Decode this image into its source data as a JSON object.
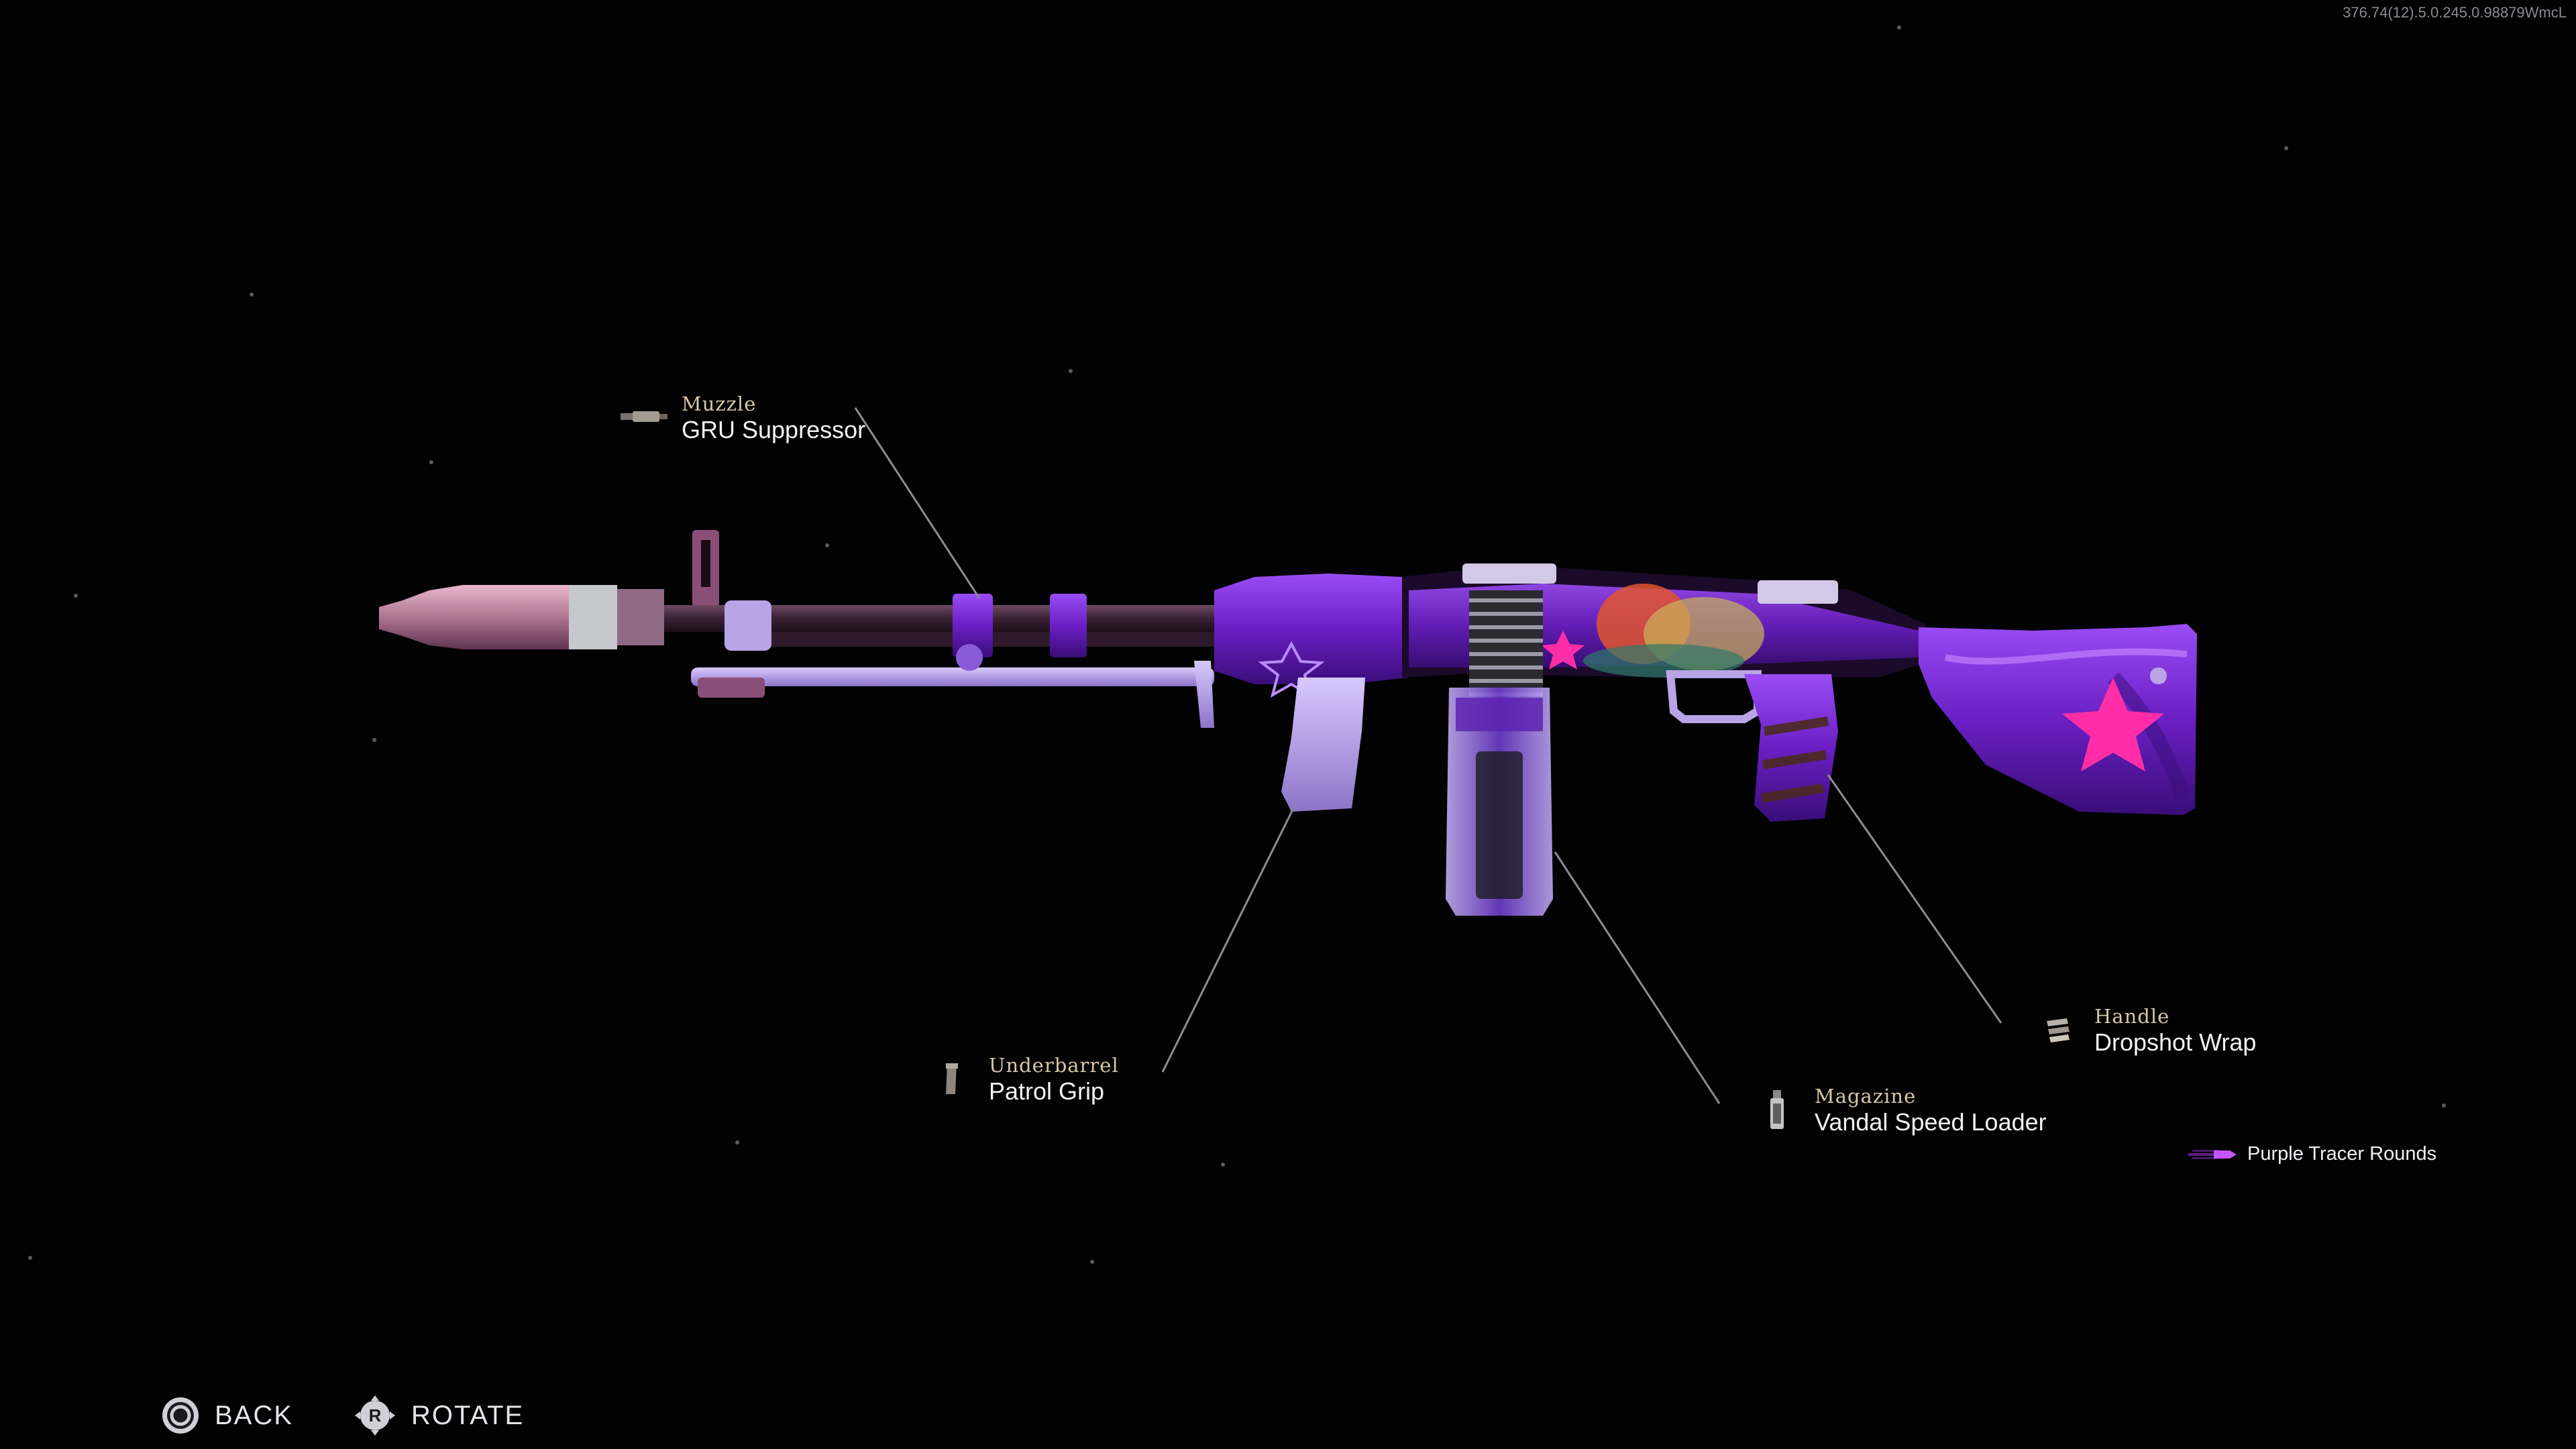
{
  "build_id": "376.74(12).5.0.245.0.98879WmcL",
  "weapon": {
    "accent": "#7b2be0",
    "secondary": "#b58df0",
    "highlight": "#ff2ea8"
  },
  "attachments": [
    {
      "slot": "muzzle",
      "category": "Muzzle",
      "name": "GRU Suppressor",
      "icon": "suppressor-icon"
    },
    {
      "slot": "underbarrel",
      "category": "Underbarrel",
      "name": "Patrol Grip",
      "icon": "grip-icon"
    },
    {
      "slot": "magazine",
      "category": "Magazine",
      "name": "Vandal Speed Loader",
      "icon": "magazine-icon"
    },
    {
      "slot": "handle",
      "category": "Handle",
      "name": "Dropshot Wrap",
      "icon": "wrap-icon"
    }
  ],
  "perk": {
    "label": "Purple Tracer Rounds",
    "icon": "tracer-icon",
    "color": "#b03cff"
  },
  "footer": {
    "back": {
      "label": "BACK",
      "icon": "circle-button-icon"
    },
    "rotate": {
      "label": "ROTATE",
      "icon": "right-stick-icon",
      "glyph": "R"
    }
  }
}
